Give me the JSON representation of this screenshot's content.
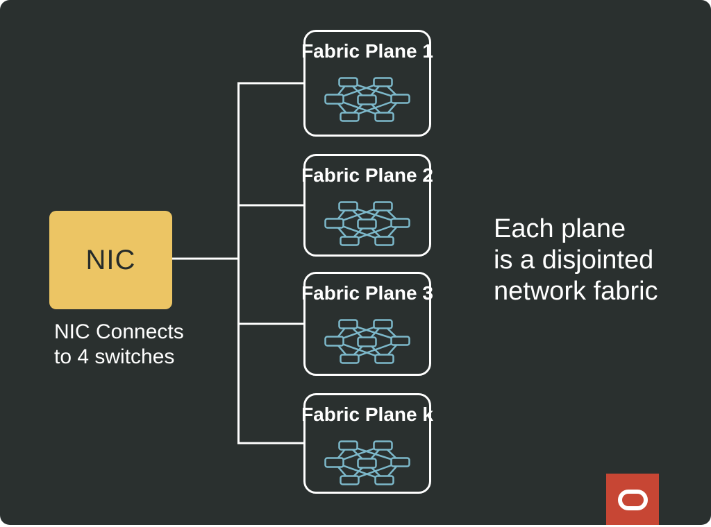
{
  "nic": {
    "label": "NIC",
    "caption": "NIC Connects\nto 4 switches"
  },
  "fabric_planes": [
    {
      "label": "Fabric Plane 1"
    },
    {
      "label": "Fabric Plane 2"
    },
    {
      "label": "Fabric Plane 3"
    },
    {
      "label": "Fabric Plane k"
    }
  ],
  "annotation": "Each plane\nis a disjointed\nnetwork fabric",
  "icons": {
    "network_fabric": "clos-network-icon",
    "logo": "oracle-logo-icon"
  },
  "colors": {
    "page-bg": "#ffffff",
    "slide-bg": "#2a302f",
    "line": "#ffffff",
    "text": "#ffffff",
    "nic-fill": "#ecc564",
    "nic-text": "#252b2a",
    "icon-blue": "#7db9cb",
    "oracle-red": "#c74634"
  }
}
